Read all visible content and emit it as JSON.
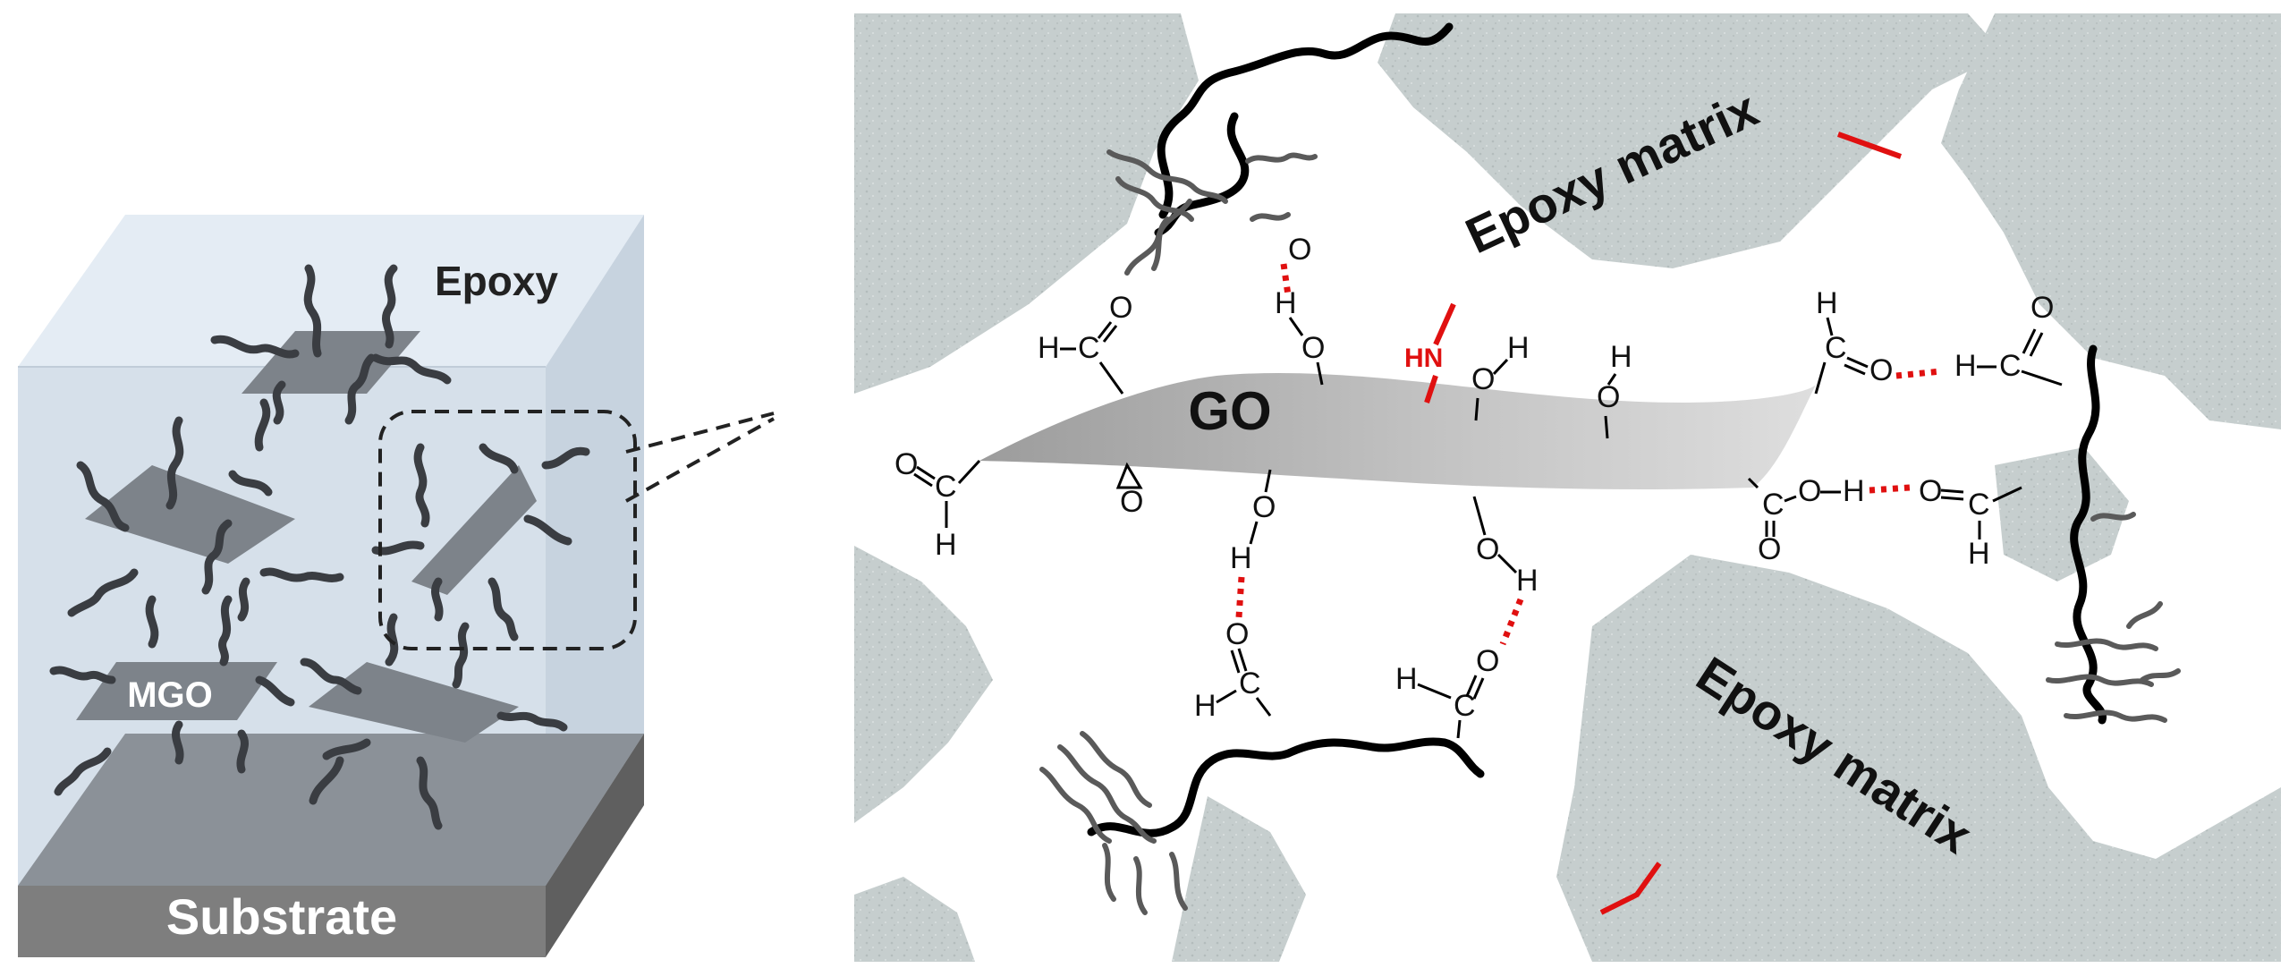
{
  "block": {
    "epoxy_label": "Epoxy",
    "mgo_label": "MGO",
    "substrate_label": "Substrate"
  },
  "detail": {
    "go_label": "GO",
    "matrix_label_top": "Epoxy matrix",
    "matrix_label_bottom": "Epoxy matrix",
    "amine_label": "HN",
    "atoms": {
      "h": "H",
      "o": "O",
      "c": "C"
    }
  },
  "colors": {
    "epoxy_front": "#d3dde8",
    "epoxy_top": "#e3ecf4",
    "epoxy_side": "#c2cfdc",
    "substrate_top": "#8a9097",
    "substrate_front": "#7d7d7d",
    "substrate_side": "#5e5e5e",
    "platelet": "#7d838a",
    "matrix": "#c5cdcd",
    "hbond": "#e01010",
    "go_sheet": "#b9b9b9"
  }
}
